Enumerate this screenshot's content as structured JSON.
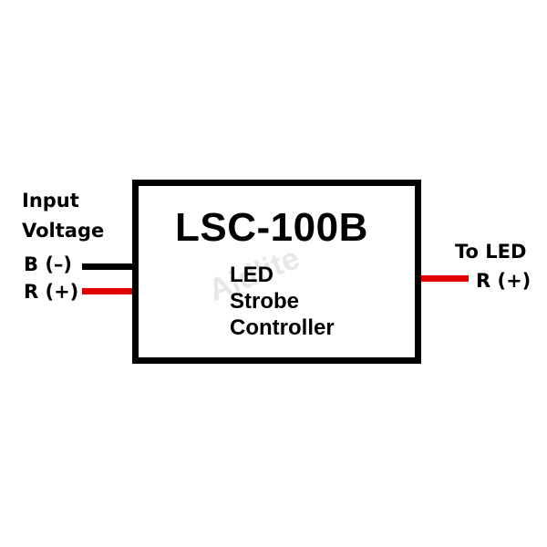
{
  "input": {
    "title_line1": "Input",
    "title_line2": "Voltage",
    "wire_b_label": "B (–)",
    "wire_r_label": "R (+)"
  },
  "output": {
    "title": "To LED",
    "wire_r_label": "R (+)"
  },
  "device": {
    "model": "LSC-100B",
    "desc_line1": "LED",
    "desc_line2": "Strobe",
    "desc_line3": "Controller",
    "watermark": "Aidlite"
  },
  "colors": {
    "black_wire": "#000000",
    "red_wire": "#e00000"
  }
}
